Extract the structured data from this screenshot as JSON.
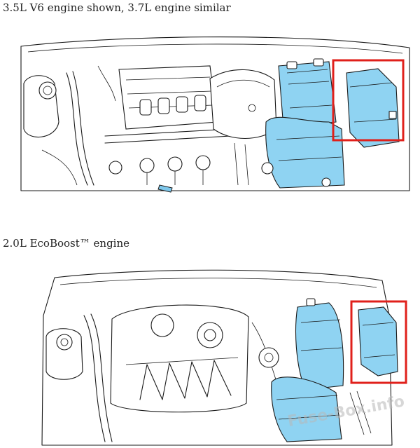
{
  "captions": {
    "top": "3.5L V6 engine shown, 3.7L engine similar",
    "bottom": "2.0L EcoBoost™ engine"
  },
  "watermark": "Fuse-Box.info",
  "colors": {
    "fuse_box": "#8fd3f2",
    "highlight": "#e0201b",
    "line": "#1a1a1a"
  }
}
